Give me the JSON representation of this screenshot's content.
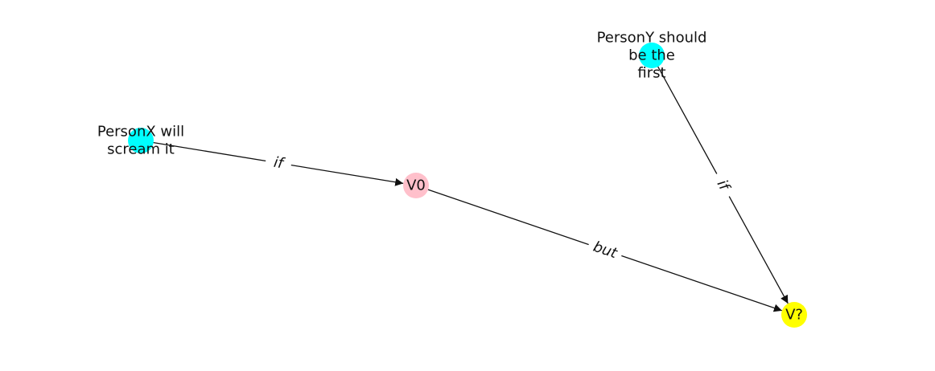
{
  "diagram": {
    "nodes": [
      {
        "id": "personx",
        "label_lines": [
          "PersonX will",
          "scream it"
        ],
        "color": "#00FFFF"
      },
      {
        "id": "v0",
        "label_lines": [
          "V0"
        ],
        "color": "#FFC0CB"
      },
      {
        "id": "persony",
        "label_lines": [
          "PersonY should",
          "be the",
          "first"
        ],
        "color": "#00FFFF"
      },
      {
        "id": "vq",
        "label_lines": [
          "V?"
        ],
        "color": "#FFFF00"
      }
    ],
    "edges": [
      {
        "id": "e-personx-v0",
        "source": "personx",
        "target": "v0",
        "label": "if"
      },
      {
        "id": "e-v0-vq",
        "source": "v0",
        "target": "vq",
        "label": "but"
      },
      {
        "id": "e-persony-vq",
        "source": "persony",
        "target": "vq",
        "label": "if"
      }
    ]
  }
}
